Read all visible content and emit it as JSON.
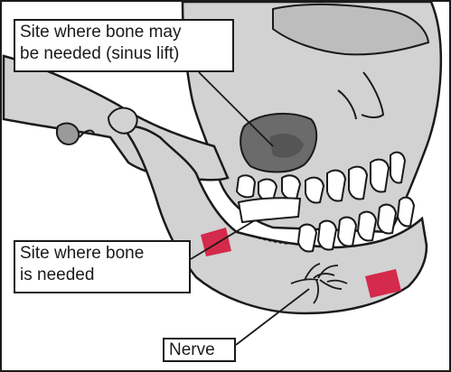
{
  "labels": {
    "sinus": [
      "Site where bone may",
      "be needed (sinus lift)"
    ],
    "bone": [
      "Site where bone",
      "is needed"
    ],
    "nerve": "Nerve"
  },
  "colors": {
    "bone": "#d2d2d2",
    "outline": "#1a1a1a",
    "sinus": "#6b6b6b",
    "bone_graft_site": "#d42a4c",
    "teeth": "#ffffff"
  }
}
